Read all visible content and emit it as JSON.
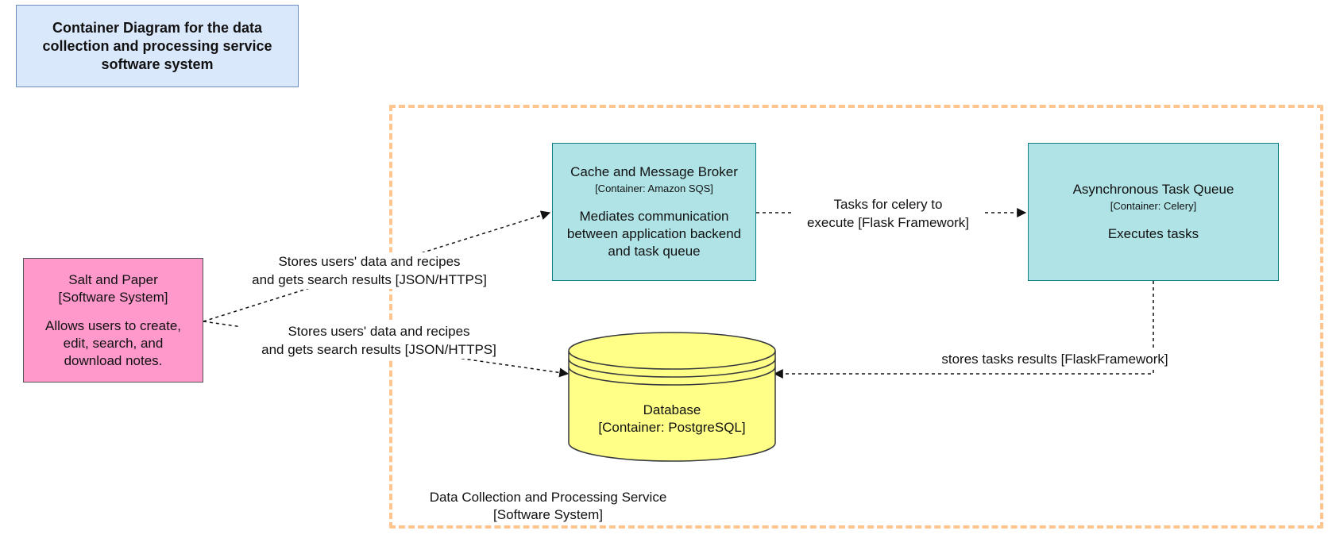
{
  "title": "Container Diagram for the data collection and processing service software system",
  "boundary": {
    "name": "Data Collection and Processing Service",
    "type": "[Software System]"
  },
  "nodes": {
    "salt": {
      "name": "Salt and Paper",
      "type": "[Software System]",
      "description": "Allows users to create, edit, search, and download notes."
    },
    "cache": {
      "name": "Cache and Message Broker",
      "tech": "[Container: Amazon SQS]",
      "description": "Mediates communication between application backend and task queue"
    },
    "async": {
      "name": "Asynchronous Task Queue",
      "tech": "[Container: Celery]",
      "description": "Executes tasks"
    },
    "db": {
      "name": "Database",
      "tech": "[Container: PostgreSQL]"
    }
  },
  "edges": {
    "salt_to_cache": {
      "line1": "Stores users' data and recipes",
      "line2": "and gets search results [JSON/HTTPS]"
    },
    "salt_to_db": {
      "line1": "Stores users' data and recipes",
      "line2": "and gets search results [JSON/HTTPS]"
    },
    "cache_to_async": {
      "line1": "Tasks for celery to",
      "line2": "execute [Flask Framework]"
    },
    "async_to_db": {
      "line1": "stores tasks results [FlaskFramework]"
    }
  },
  "colors": {
    "title_fill": "#dae8fc",
    "boundary_stroke": "#ffc58f",
    "salt_fill": "#ff99cc",
    "container_fill": "#b0e3e6",
    "database_fill": "#ffff88"
  }
}
